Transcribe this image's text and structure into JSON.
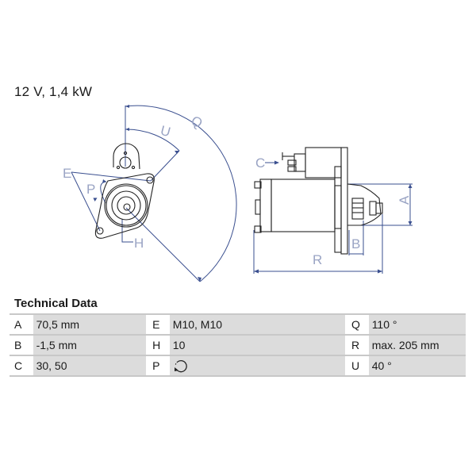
{
  "spec": {
    "title": "12 V, 1,4 kW"
  },
  "drawing": {
    "front_view": {
      "labels": {
        "E": "E",
        "P": "P",
        "H": "H",
        "U": "U",
        "Q": "Q"
      }
    },
    "side_view": {
      "labels": {
        "C": "C",
        "A": "A",
        "B": "B",
        "R": "R"
      }
    },
    "line_color": "#3a4f8f"
  },
  "technical_data": {
    "heading": "Technical Data",
    "rows": [
      [
        {
          "key": "A",
          "value": "70,5 mm"
        },
        {
          "key": "E",
          "value": "M10, M10"
        },
        {
          "key": "Q",
          "value": "110 °"
        }
      ],
      [
        {
          "key": "B",
          "value": "-1,5 mm"
        },
        {
          "key": "H",
          "value": "10"
        },
        {
          "key": "R",
          "value": "max. 205 mm"
        }
      ],
      [
        {
          "key": "C",
          "value": "30, 50"
        },
        {
          "key": "P",
          "value": "",
          "icon": "rotation-counterclockwise-icon"
        },
        {
          "key": "U",
          "value": "40 °"
        }
      ]
    ]
  }
}
